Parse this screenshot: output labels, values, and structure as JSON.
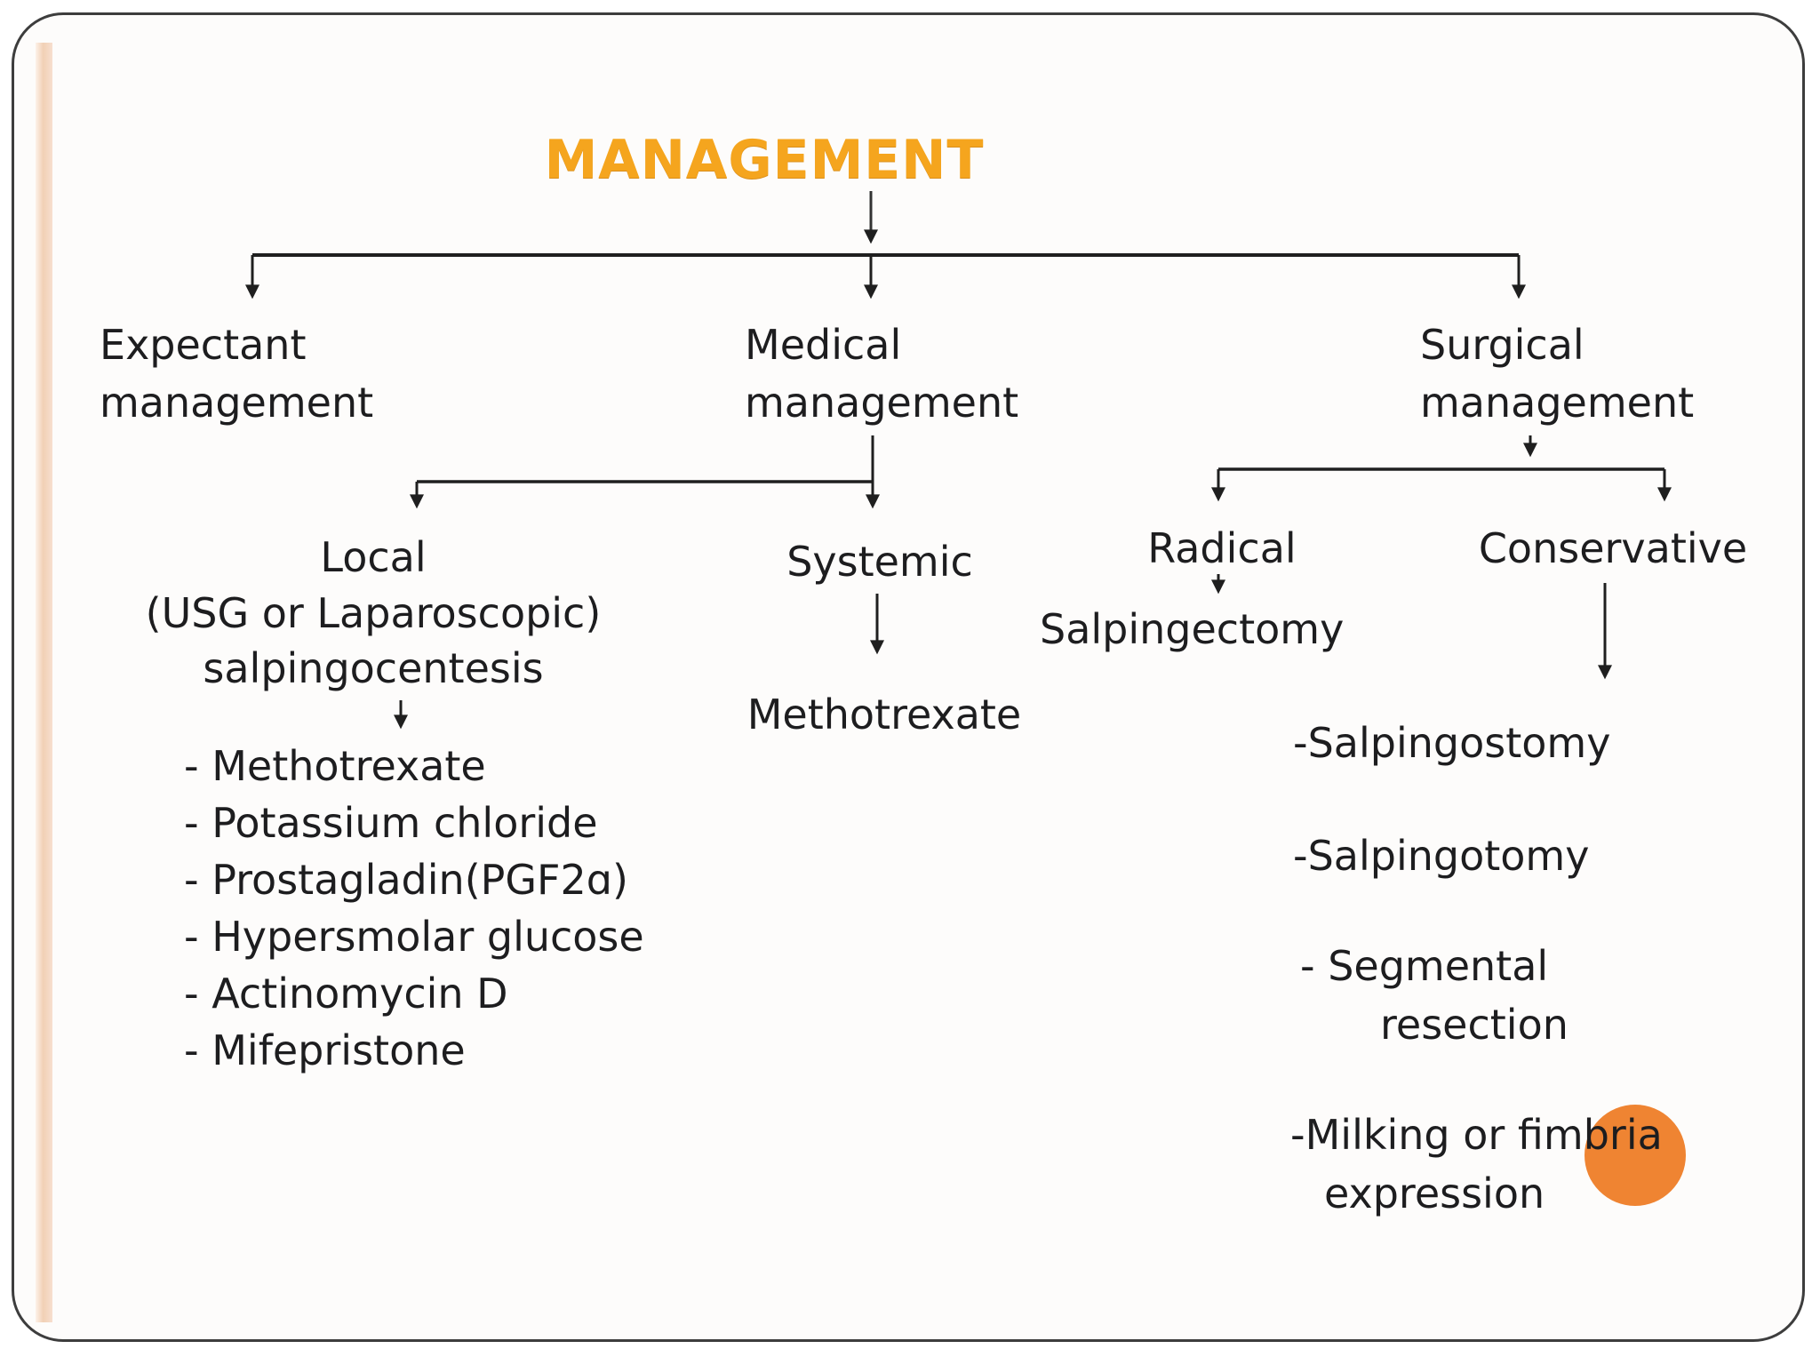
{
  "slide": {
    "title": "MANAGEMENT",
    "level1": {
      "expectant": "Expectant\nmanagement",
      "medical": "Medical\nmanagement",
      "surgical": "Surgical\nmanagement"
    },
    "medical_branch": {
      "local": "Local\n(USG or Laparoscopic)\nsalpingocentesis",
      "systemic": "Systemic",
      "systemic_drug": "Methotrexate",
      "local_agents": [
        "- Methotrexate",
        "- Potassium chloride",
        "- Prostagladin(PGF2ɑ)",
        "- Hypersmolar glucose",
        "- Actinomycin D",
        "- Mifepristone"
      ]
    },
    "surgical_branch": {
      "radical": "Radical",
      "radical_procedure": "Salpingectomy",
      "conservative": "Conservative",
      "conservative_procedures": [
        {
          "line1": "-Salpingostomy"
        },
        {
          "line1": "-Salpingotomy"
        },
        {
          "line1": "- Segmental",
          "line2": "resection"
        },
        {
          "line1": "-Milking or fimbria",
          "line2": "expression"
        }
      ]
    },
    "colors": {
      "title_orange": "#F5A51E",
      "accent_circle_orange": "#EF8432",
      "line_color": "#222222",
      "left_stripe_peach": "#F1D0B5",
      "right_band_peach": "#FCCFB2"
    }
  }
}
